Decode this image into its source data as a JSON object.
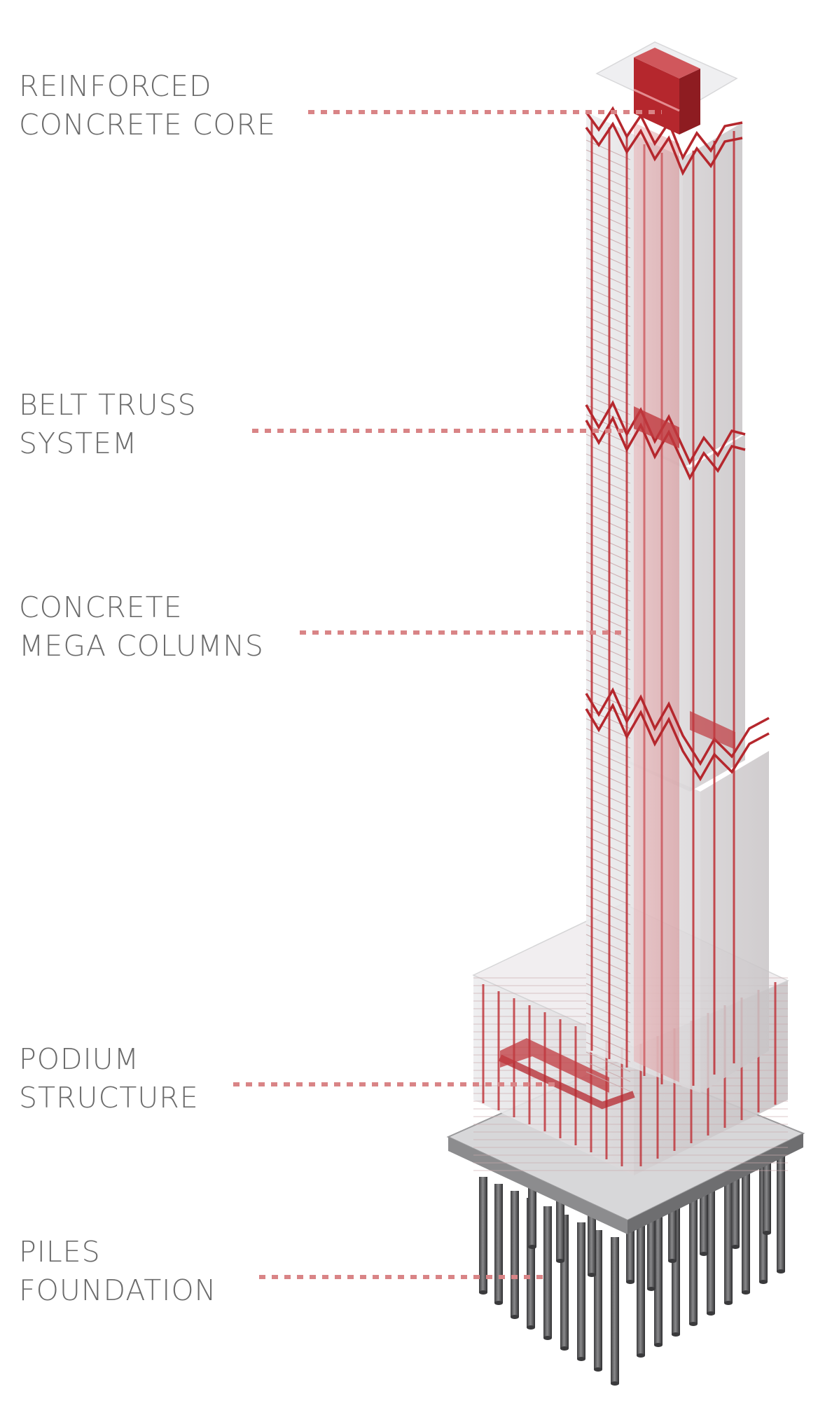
{
  "labels": {
    "core": {
      "line1": "REINFORCED",
      "line2": "CONCRETE CORE"
    },
    "belt_truss": {
      "line1": "BELT TRUSS",
      "line2": "SYSTEM"
    },
    "mega_columns": {
      "line1": "CONCRETE",
      "line2": "MEGA COLUMNS"
    },
    "podium": {
      "line1": "PODIUM",
      "line2": "STRUCTURE"
    },
    "piles": {
      "line1": "PILES",
      "line2": "FOUNDATION"
    }
  },
  "colors": {
    "label_text": "#6b6b6b",
    "leader": "#d98486",
    "structure_red": "#c0393f",
    "core_red": "#b5272d",
    "glass": "#e6e6e8",
    "pile": "#5a5a5c",
    "slab": "#8c8c8e"
  }
}
